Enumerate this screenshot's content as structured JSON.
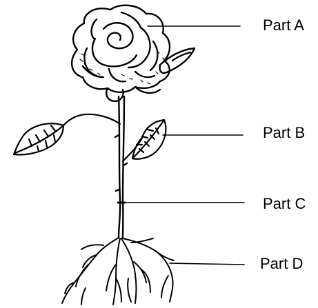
{
  "diagram": {
    "labels": [
      {
        "id": "a",
        "text": "Part A",
        "points_to": "flower"
      },
      {
        "id": "b",
        "text": "Part B",
        "points_to": "leaf"
      },
      {
        "id": "c",
        "text": "Part C",
        "points_to": "stem"
      },
      {
        "id": "d",
        "text": "Part D",
        "points_to": "roots"
      }
    ]
  },
  "colors": {
    "ink": "#000000",
    "paper": "#ffffff"
  }
}
